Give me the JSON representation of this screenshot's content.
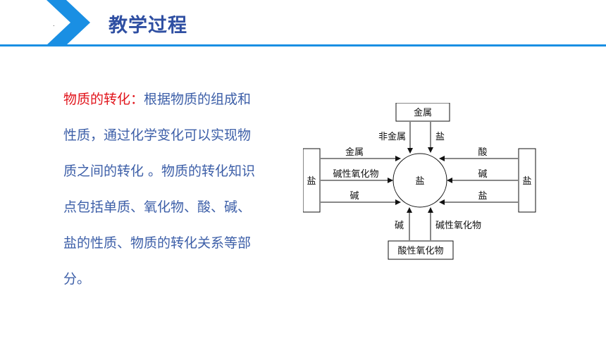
{
  "header": {
    "title": "教学过程",
    "dot": "."
  },
  "content": {
    "highlight": "物质的转化：",
    "text": "根据物质的组成和性质，通过化学变化可以实现物质之间的转化 。物质的转化知识点包括单质、氧化物、酸、碱、盐的性质、物质的转化关系等部分。"
  },
  "diagram": {
    "center": "盐",
    "top_box": "金属",
    "bottom_box": "酸性氧化物",
    "left_box": "盐",
    "right_box": "盐",
    "top_left_label": "非金属",
    "top_right_label": "盐",
    "bottom_left_label": "碱",
    "bottom_right_label": "碱性氧化物",
    "left_arrows": [
      "金属",
      "碱性氧化物",
      "碱"
    ],
    "right_arrows": [
      "酸",
      "碱",
      "盐"
    ]
  },
  "colors": {
    "accent": "#1a8fe3",
    "title": "#2f4fa2",
    "text": "#3d5fa8",
    "highlight": "#e1141b"
  }
}
